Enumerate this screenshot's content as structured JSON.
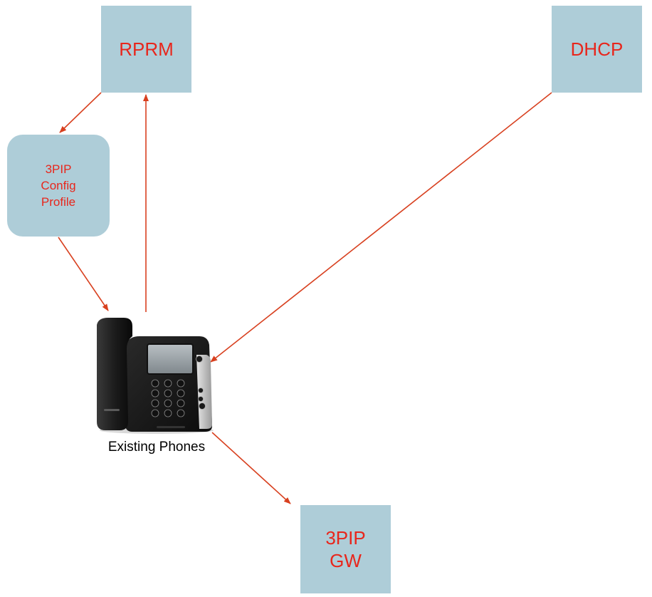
{
  "nodes": {
    "rprm": {
      "label": "RPRM"
    },
    "dhcp": {
      "label": "DHCP"
    },
    "profile": {
      "lines": [
        "3PIP",
        "Config",
        "Profile"
      ]
    },
    "gateway": {
      "lines": [
        "3PIP",
        "GW"
      ]
    },
    "phone": {
      "label": "Existing Phones"
    }
  },
  "edges": [
    {
      "from": "rprm",
      "to": "profile"
    },
    {
      "from": "profile",
      "to": "phone"
    },
    {
      "from": "phone",
      "to": "rprm"
    },
    {
      "from": "dhcp",
      "to": "phone"
    },
    {
      "from": "phone",
      "to": "gateway"
    }
  ],
  "colors": {
    "box_fill": "#aecdd8",
    "label_text": "#e8261c",
    "arrow": "#d8401f",
    "phone_label": "#000000"
  },
  "icons": {
    "phone": "desk-phone-icon"
  }
}
